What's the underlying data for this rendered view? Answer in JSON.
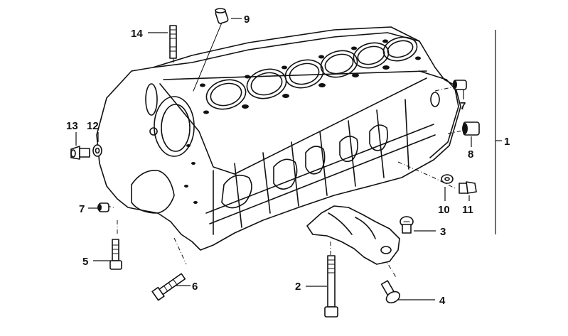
{
  "callouts": {
    "c1": "1",
    "c2": "2",
    "c3": "3",
    "c4": "4",
    "c5": "5",
    "c6": "6",
    "c7a": "7",
    "c7b": "7",
    "c8": "8",
    "c9": "9",
    "c10": "10",
    "c11": "11",
    "c12": "12",
    "c13": "13",
    "c14": "14"
  },
  "colors": {
    "ink": "#111111",
    "background": "#ffffff"
  }
}
